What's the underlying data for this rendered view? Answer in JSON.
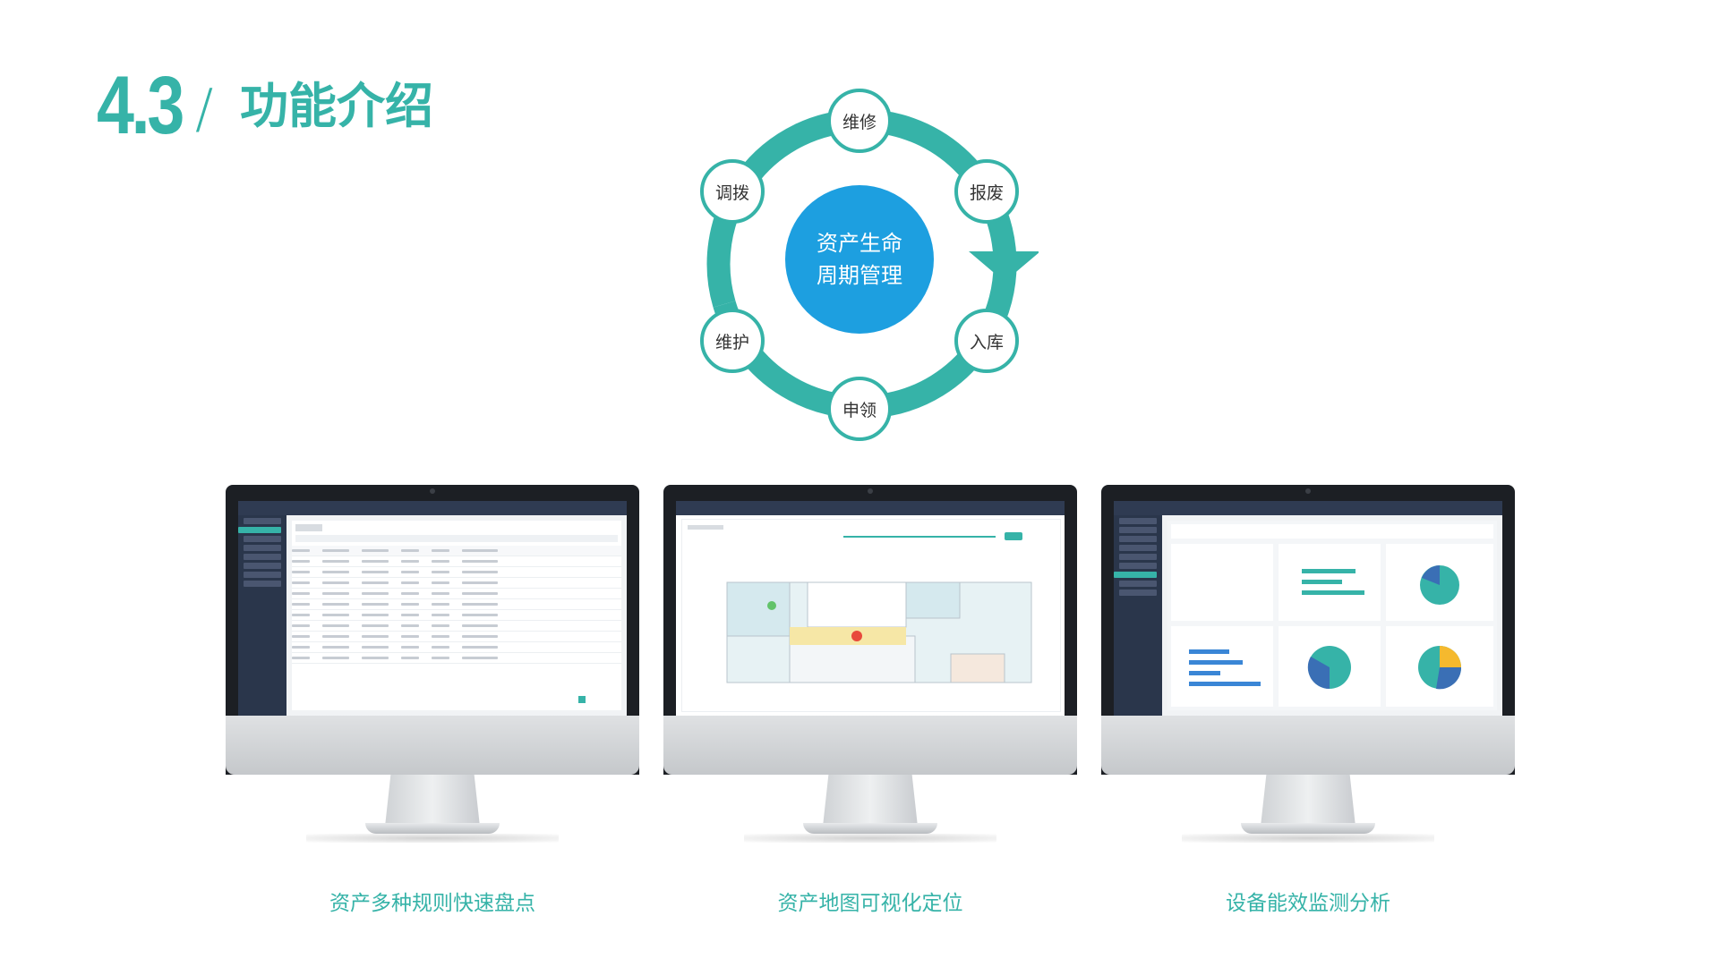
{
  "header": {
    "section_number": "4.3",
    "separator": "/",
    "title": "功能介绍"
  },
  "lifecycle": {
    "center_line1": "资产生命",
    "center_line2": "周期管理",
    "stages": [
      "维修",
      "报废",
      "入库",
      "申领",
      "维护",
      "调拨"
    ]
  },
  "features": [
    {
      "caption": "资产多种规则快速盘点"
    },
    {
      "caption": "资产地图可视化定位"
    },
    {
      "caption": "设备能效监测分析"
    }
  ],
  "colors": {
    "accent": "#36b3a8",
    "center_circle": "#1d9fe0",
    "app_sidebar": "#2a364b"
  }
}
